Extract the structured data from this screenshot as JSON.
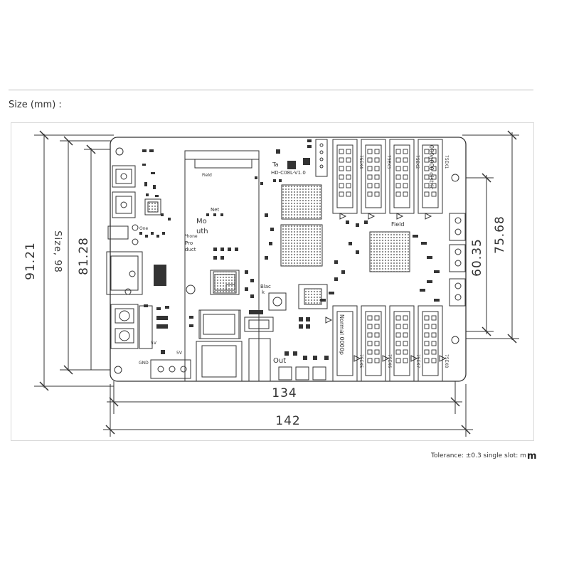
{
  "header": {
    "size_label": "Size (mm) :"
  },
  "dimensions": {
    "width_outer": "142",
    "width_inner": "134",
    "height_outer": "91.21",
    "height_inner": "81.28",
    "height_inner_label": "Size, 98",
    "right_outer": "75.68",
    "right_inner": "60.35"
  },
  "board_labels": {
    "model": "HD-C08L-V1.0",
    "ta": "Ta",
    "net": "Net",
    "mouth_1": "Mo",
    "mouth_2": "uth",
    "phone": "Phone",
    "product_1": "Pro",
    "product_2": "duct",
    "field_top": "Field",
    "field_small": "Field",
    "black_1": "Blac",
    "black_2": "k",
    "out": "Out",
    "five_v_a": "5V",
    "five_v_b": "5V",
    "gnd": "GND",
    "one": "One",
    "rotated_top": "000g000 distric",
    "rotated_bottom": "Normal 0000p",
    "port_labels_top": [
      "75EX4",
      "75EX3",
      "75EX2",
      "75EX1"
    ],
    "port_labels_bottom": [
      "75EX5",
      "75EX6",
      "75EX7",
      "75EX8"
    ]
  },
  "footer": {
    "tolerance": "Tolerance: ±0.3 single slot: m",
    "mark": "m"
  }
}
